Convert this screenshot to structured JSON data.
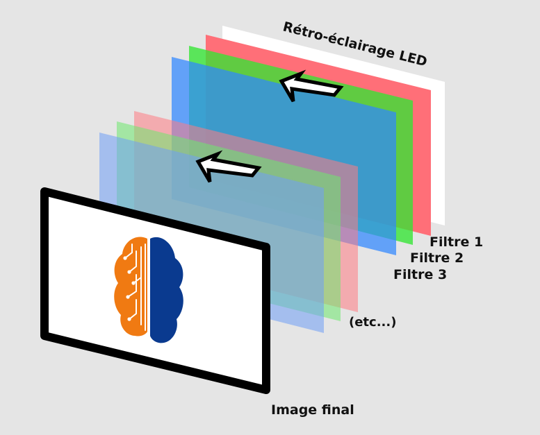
{
  "labels": {
    "backlight": "Rétro-éclairage LED",
    "filter1": "Filtre 1",
    "filter2": "Filtre 2",
    "filter3": "Filtre 3",
    "etc": "(etc...)",
    "final_image": "Image final"
  },
  "colors": {
    "background": "#e5e5e5",
    "backlight_panel": "#ffffff",
    "filter_red": "#ff6f78",
    "filter_green": "#33e633",
    "filter_blue": "#5c9cff",
    "screen_frame": "#000000",
    "brain_left": "#f07a12",
    "brain_right": "#0a3a8f"
  },
  "icons": {
    "arrow": "light-direction-arrow-icon",
    "brain": "brain-circuit-icon"
  }
}
